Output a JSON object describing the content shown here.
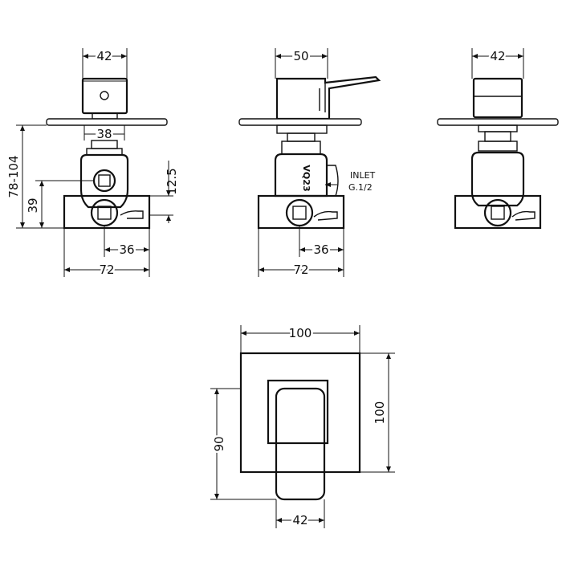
{
  "views": {
    "side_left": {
      "top_width": "42",
      "plate_width": "38",
      "body_width": "72",
      "inlet_spacing": "36",
      "height_range": "78-104",
      "outlet_height": "39",
      "outlet_offset": "12.5"
    },
    "front": {
      "top_width": "50",
      "body_width": "72",
      "inlet_spacing": "36",
      "valve_code": "VQ23",
      "inlet_label": "INLET",
      "inlet_thread": "G.1/2"
    },
    "side_right": {
      "top_width": "42"
    },
    "plate": {
      "width": "100",
      "height": "100",
      "lever_height": "90",
      "lever_width": "42"
    }
  }
}
